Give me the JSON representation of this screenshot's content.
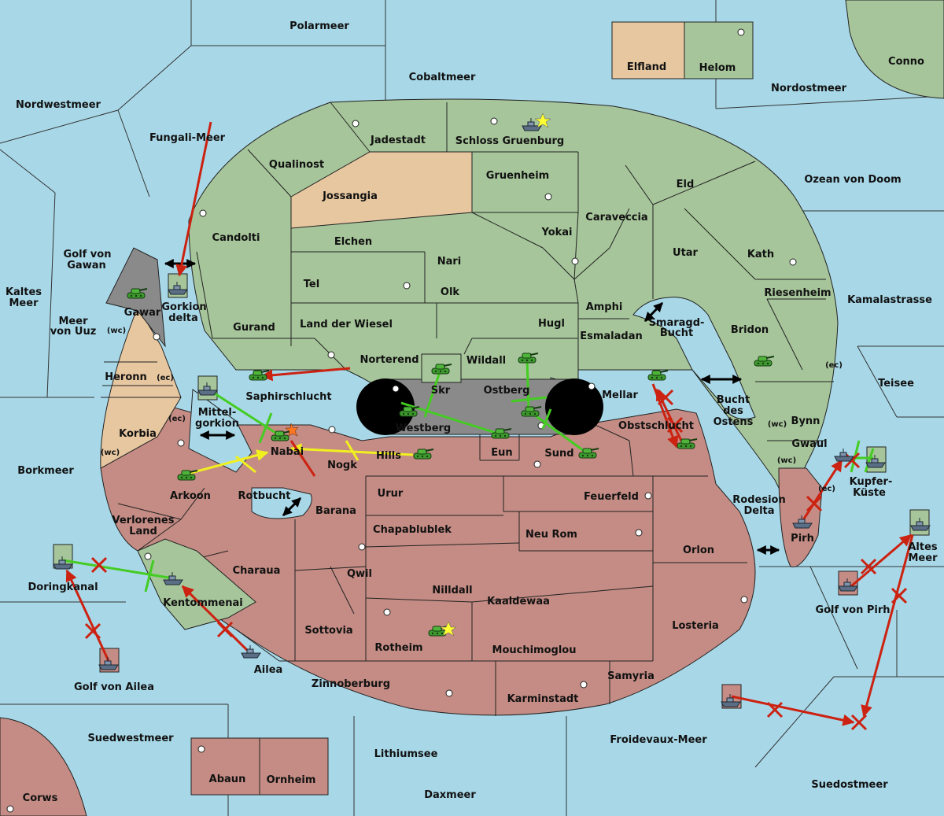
{
  "colors": {
    "sea": "#a8d8e8",
    "green_power": "#a6c59a",
    "red_power": "#c48c84",
    "neutral": "#e6c7a0",
    "impassable": "#8a8a8a",
    "move_green": "#44cc22",
    "move_red": "#cc2211",
    "move_yellow": "#f0f020",
    "convoy_black": "#000000"
  },
  "labels": {
    "polarmeer": "Polarmeer",
    "cobaltmeer": "Cobaltmeer",
    "elfland": "Elfland",
    "helom": "Helom",
    "conno": "Conno",
    "nordwestmeer": "Nordwestmeer",
    "nordostmeer": "Nordostmeer",
    "fungali": "Fungali-Meer",
    "jadestadt": "Jadestadt",
    "schloss": "Schloss Gruenburg",
    "qualinost": "Qualinost",
    "gruenheim": "Gruenheim",
    "jossangia": "Jossangia",
    "eld": "Eld",
    "ozean": "Ozean von Doom",
    "candolti": "Candolti",
    "elchen": "Elchen",
    "caraveccia": "Caraveccia",
    "yokai": "Yokai",
    "golf_gawan_1": "Golf von",
    "golf_gawan_2": "Gawan",
    "nari": "Nari",
    "utar": "Utar",
    "kath": "Kath",
    "kaltes_1": "Kaltes",
    "kaltes_2": "Meer",
    "tel": "Tel",
    "olk": "Olk",
    "riesenheim": "Riesenheim",
    "kamalastrasse": "Kamalastrasse",
    "gorkion_1": "Gorkion",
    "gorkion_2": "delta",
    "amphi": "Amphi",
    "smaragd_1": "Smaragd-",
    "smaragd_2": "Bucht",
    "gawar": "Gawar",
    "meer_uuz_1": "Meer",
    "meer_uuz_2": "von Uuz",
    "wc": "(wc)",
    "ec": "(ec)",
    "gurand": "Gurand",
    "land_wiesel": "Land der Wiesel",
    "hugl": "Hugl",
    "esmaladan": "Esmaladan",
    "bridon": "Bridon",
    "heronn": "Heronn",
    "norterend": "Norterend",
    "wildall": "Wildall",
    "teisee": "Teisee",
    "saphirschlucht": "Saphirschlucht",
    "skr": "Skr",
    "ostberg": "Ostberg",
    "mellar": "Mellar",
    "bucht_ostens_1": "Bucht",
    "bucht_ostens_2": "des",
    "bucht_ostens_3": "Ostens",
    "mittel_1": "Mittel-",
    "mittel_2": "gorkion",
    "westberg": "Westberg",
    "obstschlucht": "Obstschlucht",
    "bynn": "Bynn",
    "korbia": "Korbia",
    "nabai": "Nabai",
    "hills": "Hills",
    "eun": "Eun",
    "sund": "Sund",
    "gwaul": "Gwaul",
    "borkmeer": "Borkmeer",
    "nogk": "Nogk",
    "kupfer_1": "Kupfer-",
    "kupfer_2": "Küste",
    "arkoon": "Arkoon",
    "rotbucht": "Rotbucht",
    "urur": "Urur",
    "feuerfeld": "Feuerfeld",
    "rodesion_1": "Rodesion",
    "rodesion_2": "Delta",
    "barana": "Barana",
    "pirh": "Pirh",
    "verlorenes_1": "Verlorenes",
    "verlorenes_2": "Land",
    "chapablublek": "Chapablublek",
    "neu_rom": "Neu Rom",
    "altes_1": "Altes",
    "altes_2": "Meer",
    "orlon": "Orlon",
    "doringkanal": "Doringkanal",
    "charaua": "Charaua",
    "qwil": "Qwil",
    "nilldall": "Nilldall",
    "kentommenai": "Kentommenai",
    "kaaldewaa": "Kaaldewaa",
    "golf_pirh": "Golf von Pirh",
    "sottovia": "Sottovia",
    "losteria": "Losteria",
    "rotheim": "Rotheim",
    "mouchimoglou": "Mouchimoglou",
    "ailea": "Ailea",
    "samyria": "Samyria",
    "golf_ailea": "Golf von Ailea",
    "zinnoberburg": "Zinnoberburg",
    "karminstadt": "Karminstadt",
    "suedwestmeer": "Suedwestmeer",
    "froidevaux": "Froidevaux-Meer",
    "lithiumsee": "Lithiumsee",
    "abaun": "Abaun",
    "ornheim": "Ornheim",
    "suedostmeer": "Suedostmeer",
    "corws": "Corws",
    "daxmeer": "Daxmeer"
  }
}
